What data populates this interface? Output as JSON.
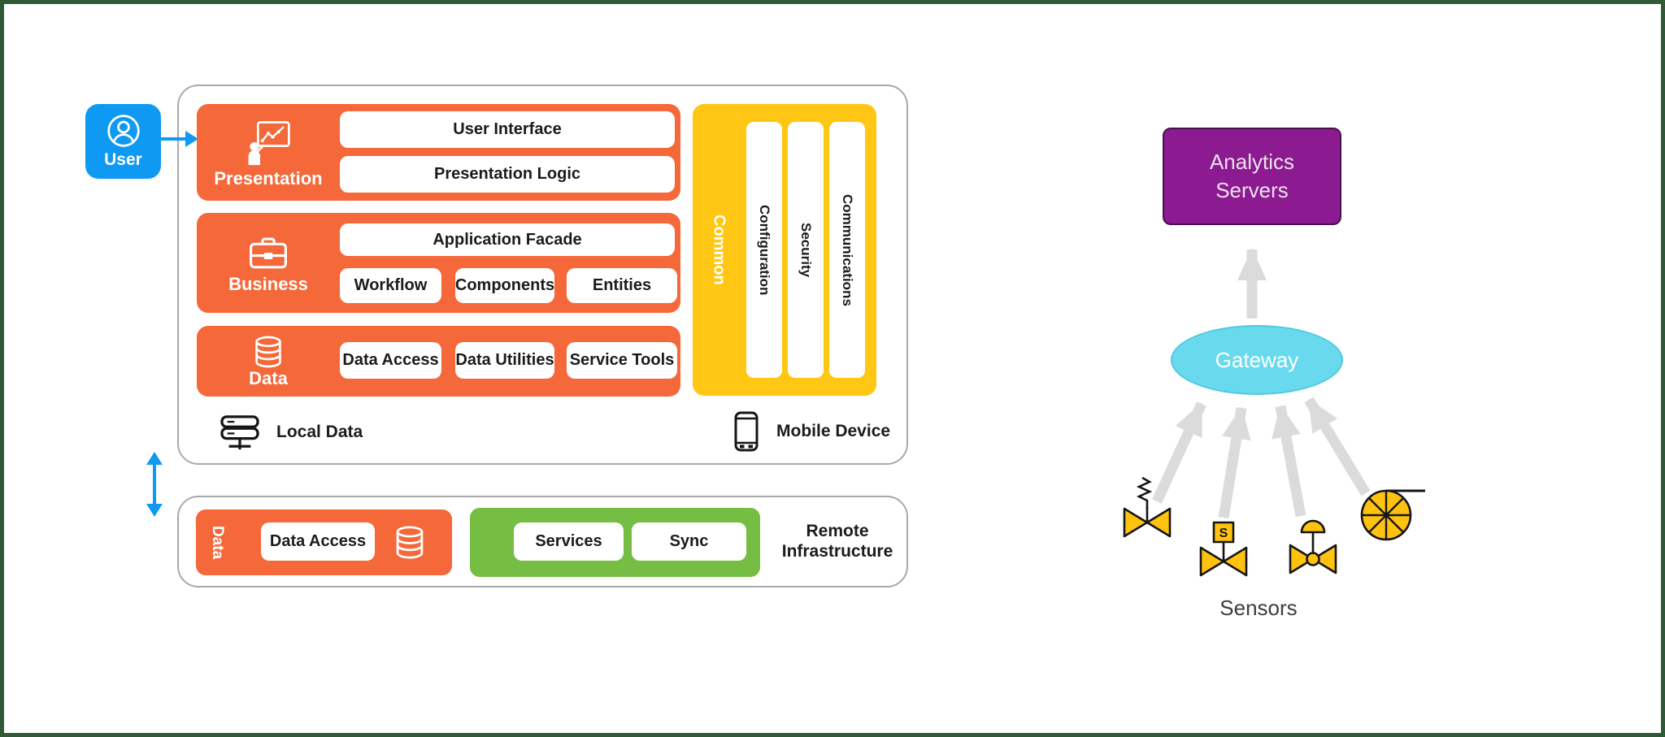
{
  "colors": {
    "orange": "#F4683A",
    "yellow": "#FFC713",
    "green": "#76BE43",
    "blue": "#0E9AF2",
    "purple": "#8C1A91",
    "cyan": "#69DAEE",
    "gray_arrow": "#DBDBDB",
    "frame_green": "#2F5A35",
    "sensor_yellow": "#FFC20E"
  },
  "mobile_app": {
    "user_label": "User",
    "presentation": {
      "label": "Presentation",
      "items": [
        "User Interface",
        "Presentation Logic"
      ]
    },
    "business": {
      "label": "Business",
      "facade": "Application Facade",
      "items": [
        "Workflow",
        "Components",
        "Entities"
      ]
    },
    "data": {
      "label": "Data",
      "items": [
        "Data Access",
        "Data Utilities",
        "Service Tools"
      ]
    },
    "common": {
      "label": "Common",
      "items": [
        "Configuration",
        "Security",
        "Communications"
      ]
    },
    "local_data_label": "Local Data",
    "mobile_device_label": "Mobile Device"
  },
  "remote_infrastructure": {
    "data_label": "Data",
    "data_access_label": "Data Access",
    "services_label": "Services",
    "sync_label": "Sync",
    "caption": "Remote Infrastructure"
  },
  "iot": {
    "analytics_label": "Analytics Servers",
    "gateway_label": "Gateway",
    "sensors_label": "Sensors",
    "solenoid_letter": "S"
  }
}
